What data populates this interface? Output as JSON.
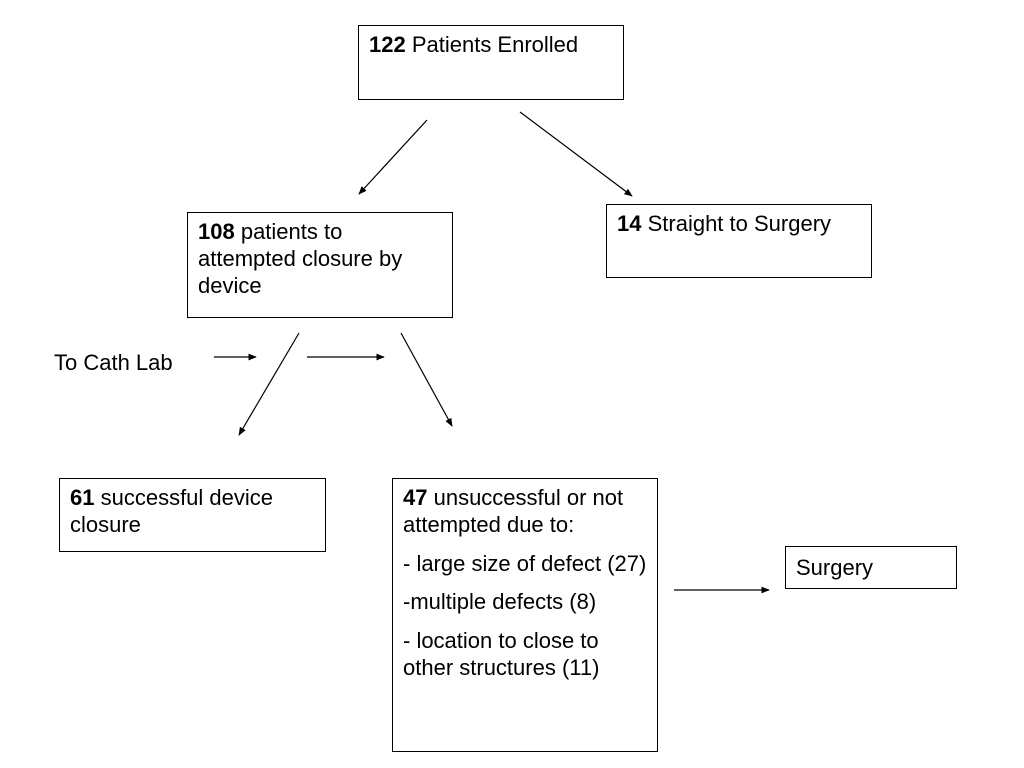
{
  "nodes": {
    "enrolled": {
      "count": "122",
      "text": " Patients Enrolled"
    },
    "attempted": {
      "count": "108",
      "text": " patients to attempted closure by device"
    },
    "surgery_direct": {
      "count": "14",
      "text": " Straight to Surgery"
    },
    "successful": {
      "count": "61",
      "text": " successful device closure"
    },
    "unsuccessful": {
      "count": "47",
      "text": " unsuccessful or not attempted due to:",
      "reasons": [
        " - large size of defect (27)",
        "-multiple defects (8)",
        "- location to close to other structures (11)"
      ]
    },
    "surgery": {
      "text": "Surgery"
    }
  },
  "labels": {
    "cath_lab": "To Cath Lab"
  },
  "colors": {
    "stroke": "#000000",
    "text": "#000000",
    "background": "#ffffff"
  }
}
